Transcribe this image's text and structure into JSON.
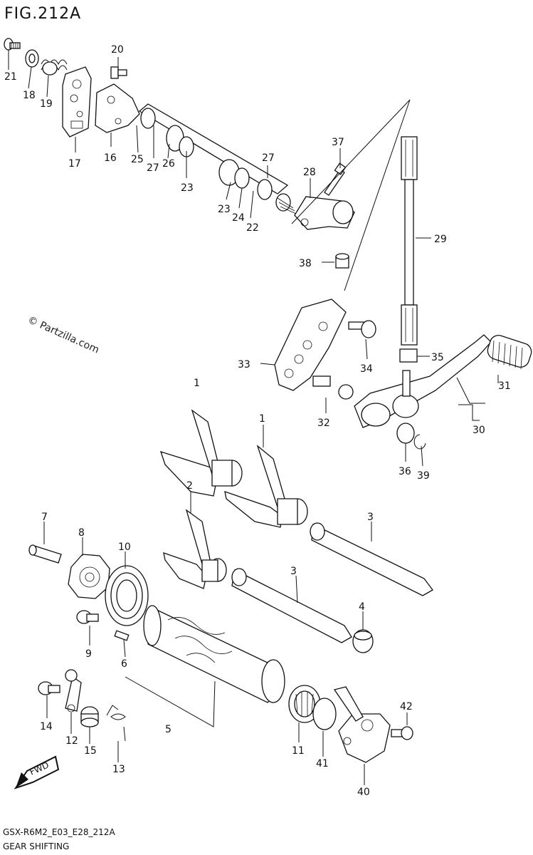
{
  "header": {
    "title": "FIG.212A"
  },
  "footer": {
    "code": "GSX-R6M2_E03_E28_212A",
    "name": "GEAR SHIFTING"
  },
  "watermark": "© Partzilla.com",
  "fwd_badge": "FWD",
  "callouts": [
    "21",
    "18",
    "19",
    "20",
    "17",
    "16",
    "25",
    "27",
    "26",
    "23",
    "27",
    "23",
    "24",
    "22",
    "28",
    "37",
    "38",
    "29",
    "33",
    "34",
    "35",
    "31",
    "30",
    "32",
    "36",
    "39",
    "1",
    "1",
    "2",
    "3",
    "3",
    "4",
    "7",
    "8",
    "10",
    "9",
    "6",
    "5",
    "14",
    "12",
    "15",
    "13",
    "11",
    "41",
    "42",
    "40"
  ]
}
